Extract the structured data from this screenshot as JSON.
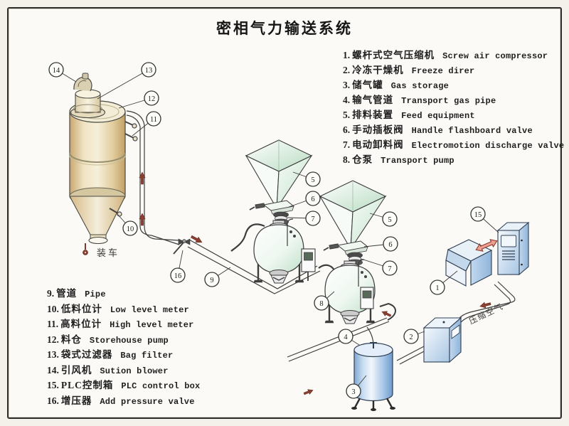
{
  "title": "密相气力输送系统",
  "legend_right": {
    "items": [
      {
        "num": "1.",
        "zh": "螺杆式空气压缩机",
        "en": "Screw air compressor"
      },
      {
        "num": "2.",
        "zh": "冷冻干燥机",
        "en": "Freeze direr"
      },
      {
        "num": "3.",
        "zh": "储气罐",
        "en": "Gas storage"
      },
      {
        "num": "4.",
        "zh": "输气管道",
        "en": "Transport gas pipe"
      },
      {
        "num": "5.",
        "zh": "排料装置",
        "en": "Feed equipment"
      },
      {
        "num": "6.",
        "zh": "手动插板阀",
        "en": "Handle flashboard valve"
      },
      {
        "num": "7.",
        "zh": "电动卸料阀",
        "en": "Electromotion discharge valve"
      },
      {
        "num": "8.",
        "zh": "仓泵",
        "en": "Transport pump"
      }
    ]
  },
  "legend_left": {
    "items": [
      {
        "num": "9.",
        "zh": "管道",
        "en": "Pipe"
      },
      {
        "num": "10.",
        "zh": "低料位计",
        "en": "Low level meter"
      },
      {
        "num": "11.",
        "zh": "高料位计",
        "en": "High level meter"
      },
      {
        "num": "12.",
        "zh": "料仓",
        "en": "Storehouse pump"
      },
      {
        "num": "13.",
        "zh": "袋式过滤器",
        "en": "Bag filter"
      },
      {
        "num": "14.",
        "zh": "引风机",
        "en": "Sution blower"
      },
      {
        "num": "15.",
        "zh": "PLC控制箱",
        "en": "PLC control box"
      },
      {
        "num": "16.",
        "zh": "增压器",
        "en": "Add pressure valve"
      }
    ]
  },
  "diagram": {
    "annotations": {
      "loading_truck": "装车",
      "compressed_air": "压缩空气"
    },
    "nums": {
      "n1": "1",
      "n2": "2",
      "n3": "3",
      "n4": "4",
      "n5": "5",
      "n6": "6",
      "n7": "7",
      "n8": "8",
      "n9": "9",
      "n10": "10",
      "n11": "11",
      "n12": "12",
      "n13": "13",
      "n14": "14",
      "n15": "15",
      "n16": "16"
    }
  },
  "colors": {
    "flow_arrow": "#8b3e32",
    "tank_blue": "#a9c8e8",
    "hopper_green": "#cde7d2",
    "silo_tan": "#e6d3a5",
    "line": "#3d3d3d"
  }
}
